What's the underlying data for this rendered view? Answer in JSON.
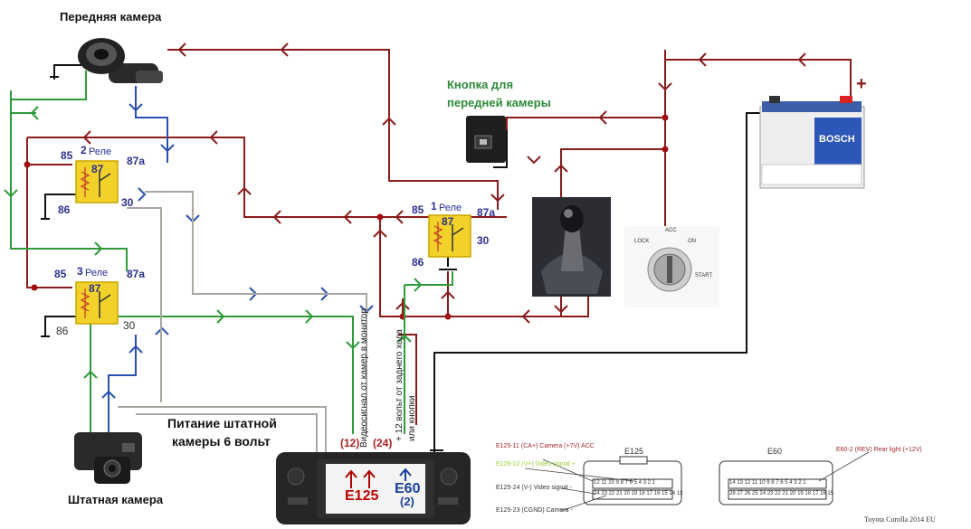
{
  "labels": {
    "front_camera": "Передняя камера",
    "stock_camera": "Штатная камера",
    "button_line1": "Кнопка для",
    "button_line2": "передней камеры",
    "supply_line1": "Питание штатной",
    "supply_line2": "камеры 6 вольт",
    "plus": "+"
  },
  "relays": {
    "relay1": {
      "name": "Реле",
      "num": "1",
      "p85": "85",
      "p87": "87",
      "p87a": "87a",
      "p86": "86",
      "p30": "30"
    },
    "relay2": {
      "name": "Реле",
      "num": "2",
      "p85": "85",
      "p87": "87",
      "p87a": "87a",
      "p86": "86",
      "p30": "30"
    },
    "relay3": {
      "name": "Реле",
      "num": "3",
      "p85": "85",
      "p87": "87",
      "p87a": "87a",
      "p86": "86",
      "p30": "30"
    }
  },
  "vertical_texts": {
    "video": "Видеосигнал от камер в монитор",
    "plus12": "+ 12 вольт от заднего хода",
    "or_button": "или кнопки"
  },
  "connectors": {
    "pin12": "(12)",
    "pin24": "(24)",
    "e125": "E125",
    "e60": "E60",
    "e60_pin": "(2)"
  },
  "ignition": {
    "acc": "ACC",
    "lock": "LOCK",
    "on": "ON",
    "start": "START"
  },
  "battery_brand": "BOSCH",
  "pinout": {
    "e125_title": "E125",
    "e60_title": "E60",
    "legend_e125_11": "E125-11 (CA+) Camera (+7V) ACC",
    "legend_e125_12": "E125-12 (V+) Video signal +",
    "legend_e125_24": "E125-24 (V-) Video signal -",
    "legend_e125_23": "E125-23 (CGND) Camera -",
    "legend_e60_2": "E60-2 (REV) Rear light (+12V)",
    "e125_row1": "12 11 10 9 8 7 6 5 4 3 2 1",
    "e125_row2": "24 23 22 21 20 19 18 17 16 15 14 13",
    "e60_row1": "14 13 12 11 10 9 8 7 6 5 4 3 2 1",
    "e60_row2": "28 27 26 25 24 23 22 21 20 19 18 17 16 15",
    "caption": "Toyota Corolla 2014 EU"
  },
  "colors": {
    "red_wire": "#8b1a1a",
    "green_wire": "#2e9b3a",
    "blue_wire": "#2a4fb0",
    "gray_wire": "#a8a8a0",
    "black_wire": "#111111",
    "relay_fill": "#f2d22a"
  }
}
